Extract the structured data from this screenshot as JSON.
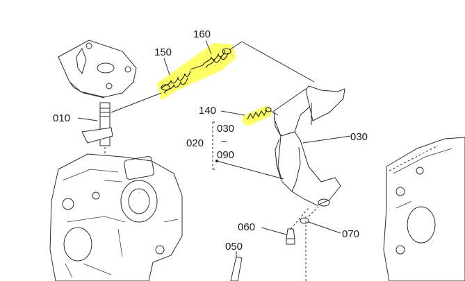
{
  "labels": {
    "p150": "150",
    "p160": "160",
    "p010": "010",
    "p140": "140",
    "p030a": "030",
    "p020": "020",
    "p090": "090",
    "p030b": "030",
    "p060": "060",
    "p070": "070",
    "p050": "050",
    "tilde": "~"
  },
  "highlight_color": "#ffff33"
}
